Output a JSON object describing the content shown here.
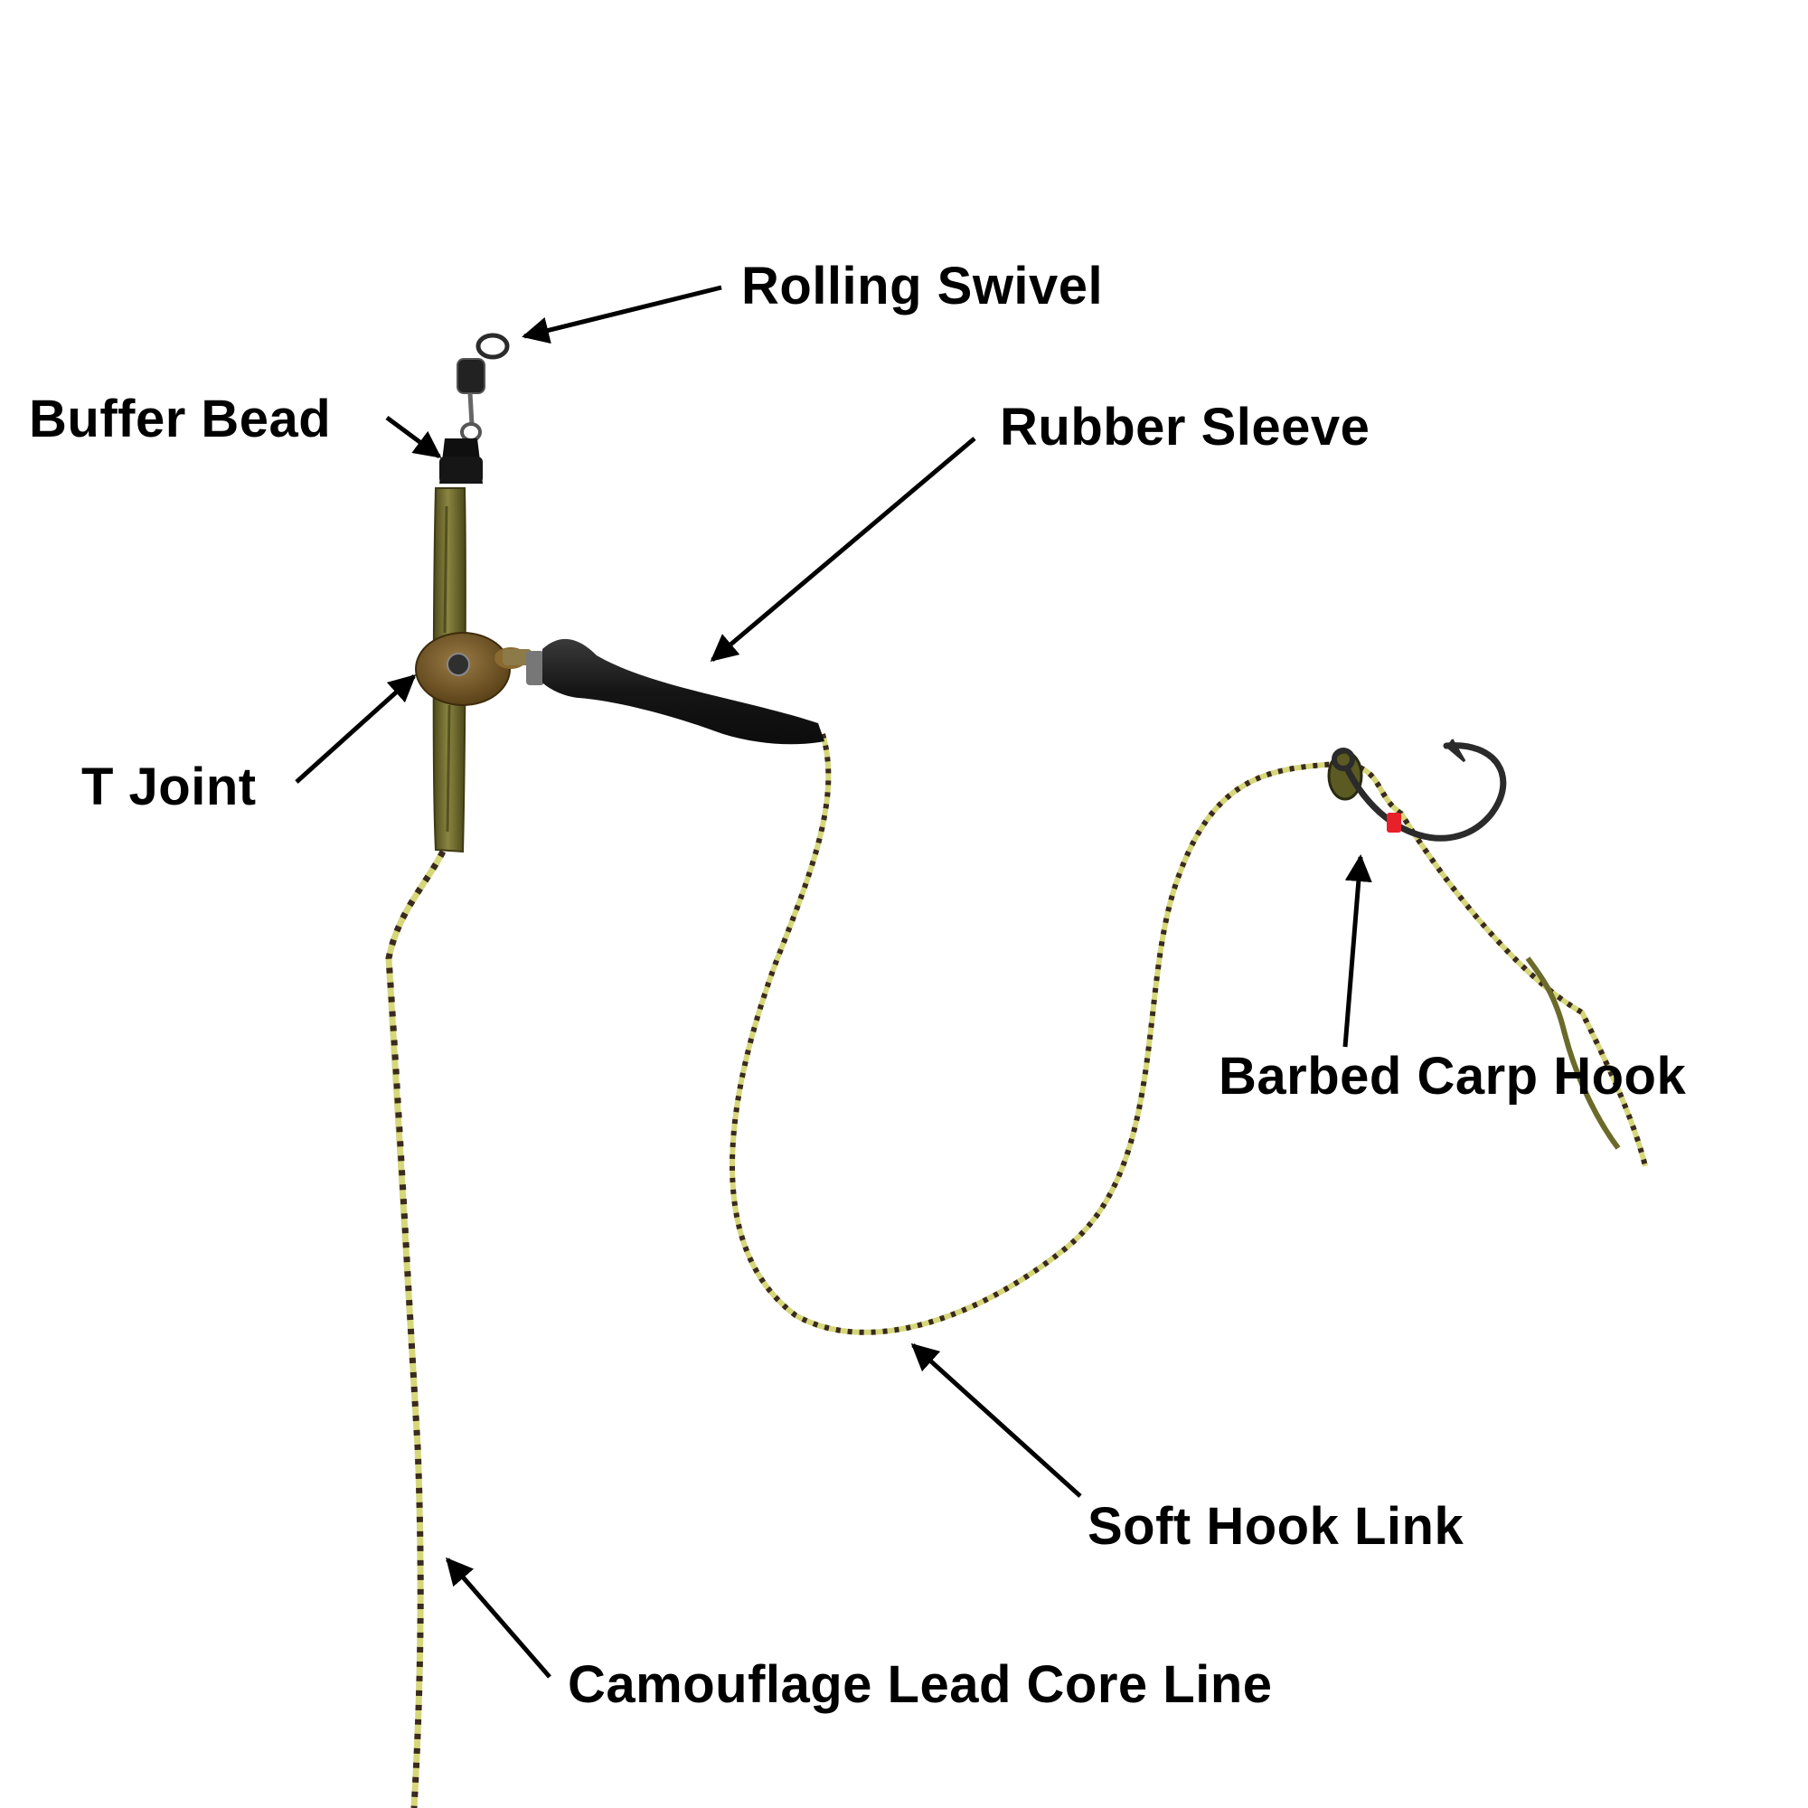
{
  "labels": {
    "rolling_swivel": "Rolling Swivel",
    "buffer_bead": "Buffer Bead",
    "rubber_sleeve": "Rubber Sleeve",
    "t_joint": "T Joint",
    "barbed_carp_hook": "Barbed Carp Hook",
    "soft_hook_link": "Soft Hook Link",
    "camouflage_lead_core_line": "Camouflage Lead Core Line"
  },
  "colors": {
    "background": "#ffffff",
    "label_text": "#000000",
    "arrow": "#000000",
    "line_light": "#d6d77a",
    "line_dark": "#3a2a1e",
    "t_joint_tube": "#6e6a2e",
    "rubber_sleeve": "#1c1c1c",
    "hook_metal": "#2b2b2b",
    "hook_stop_bead": "#e8202a"
  }
}
